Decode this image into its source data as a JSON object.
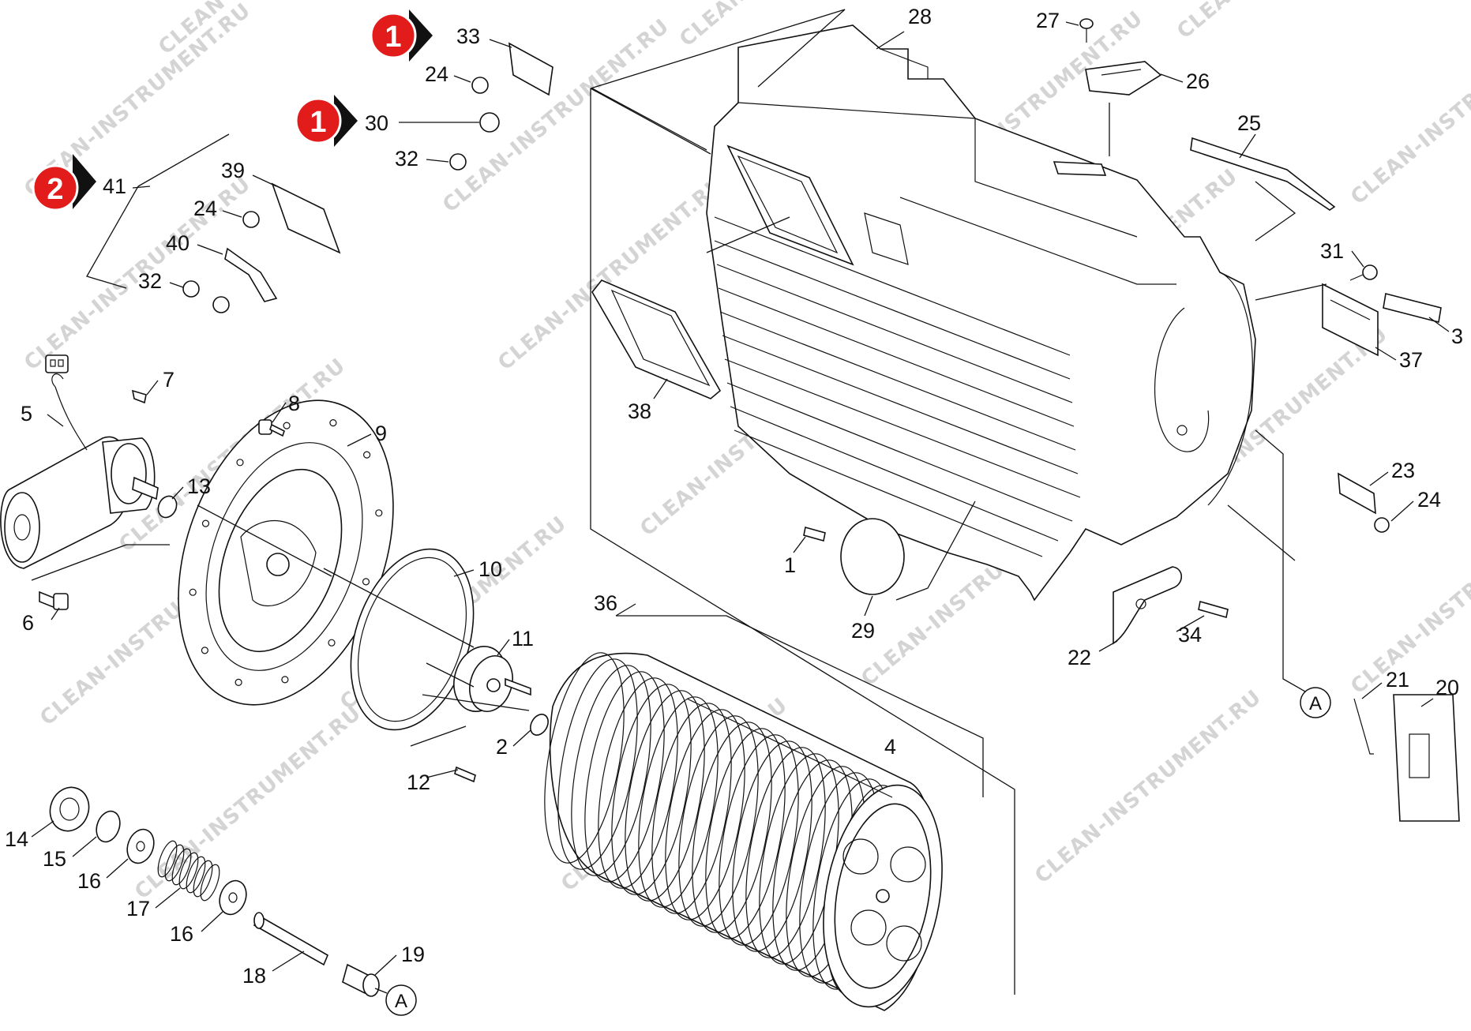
{
  "watermark": "CLEAN-INSTRUMENT.RU",
  "badges": [
    {
      "key": "b1a",
      "text": "1"
    },
    {
      "key": "b1b",
      "text": "1"
    },
    {
      "key": "b2",
      "text": "2"
    }
  ],
  "reference_markers": [
    {
      "key": "refA1",
      "text": "A"
    },
    {
      "key": "refA2",
      "text": "A"
    }
  ],
  "part_numbers": {
    "p1": "1",
    "p2": "2",
    "p3": "3",
    "p4": "4",
    "p5": "5",
    "p6": "6",
    "p7": "7",
    "p8": "8",
    "p9": "9",
    "p10": "10",
    "p11": "11",
    "p12": "12",
    "p13": "13",
    "p14": "14",
    "p15": "15",
    "p16a": "16",
    "p16b": "16",
    "p17": "17",
    "p18": "18",
    "p19": "19",
    "p20": "20",
    "p21": "21",
    "p22": "22",
    "p23": "23",
    "p24a": "24",
    "p24b": "24",
    "p24c": "24",
    "p25": "25",
    "p26": "26",
    "p27": "27",
    "p28": "28",
    "p29": "29",
    "p30": "30",
    "p31": "31",
    "p32a": "32",
    "p32b": "32",
    "p33": "33",
    "p34": "34",
    "p36": "36",
    "p37": "37",
    "p38": "38",
    "p39": "39",
    "p40": "40",
    "p41": "41"
  },
  "colors": {
    "badge": "#e21b1b",
    "arrow": "#111111",
    "line": "#111111"
  }
}
